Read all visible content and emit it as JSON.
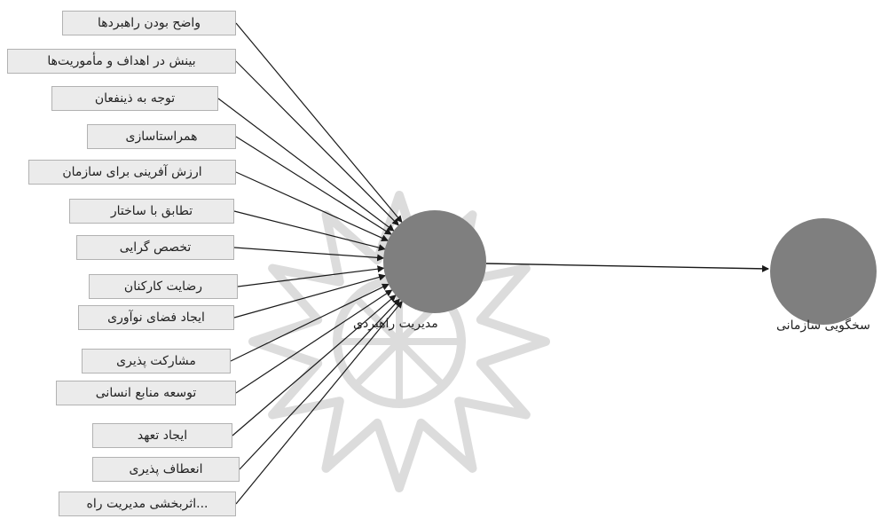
{
  "diagram": {
    "indicators": [
      "واضح بودن راهبردها",
      "بینش در اهداف و مأموریت‌ها",
      "توجه به ذینفعان",
      "همراستاسازی",
      "ارزش آفرینی برای سازمان",
      "تطابق با ساختار",
      "تخصص گرایی",
      "رضایت کارکنان",
      "ایجاد فضای نوآوری",
      "مشارکت پذیری",
      "توسعه منابع انسانی",
      "ایجاد تعهد",
      "انعطاف پذیری",
      "...اثربخشی مدیریت راه"
    ],
    "constructs": {
      "source": "مدیریت راهبردی",
      "target": "سخگویی سازمانی"
    },
    "colors": {
      "construct_fill": "#7f7f7f",
      "box_fill": "#ebebeb",
      "box_border": "#b2b2b2",
      "line": "#1a1a1a",
      "watermark": "#dcdcdc"
    }
  }
}
